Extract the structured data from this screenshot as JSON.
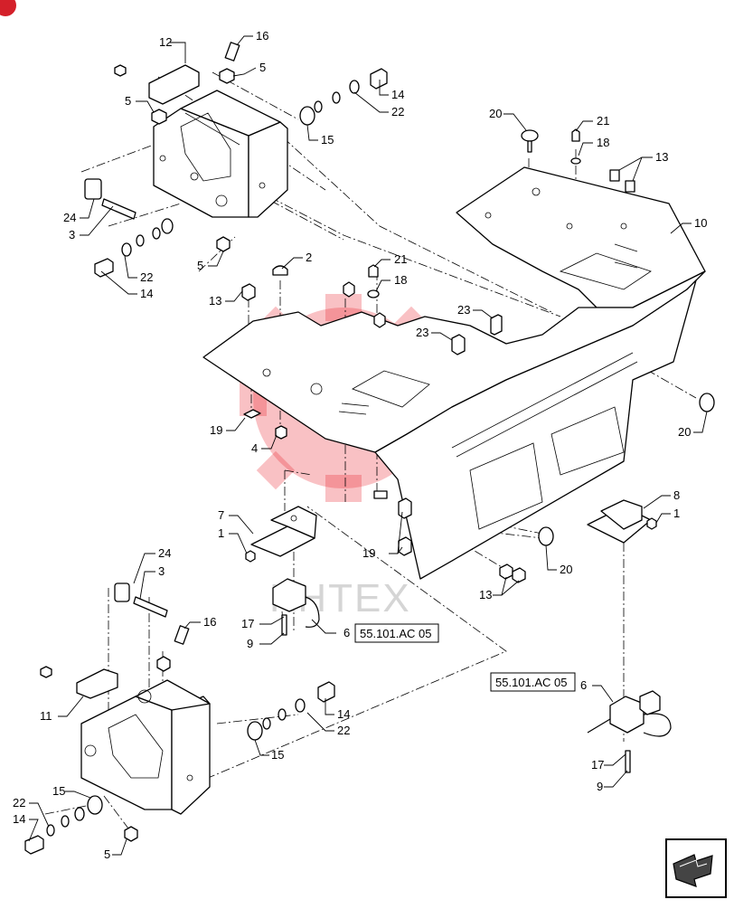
{
  "watermark": {
    "text": "KHTEX",
    "color": "#e8202a"
  },
  "refs": {
    "ref_a": "55.101.AC 05",
    "ref_b": "55.101.AC 05"
  },
  "callouts": [
    {
      "id": "c12",
      "label": "12"
    },
    {
      "id": "c16a",
      "label": "16"
    },
    {
      "id": "c5a",
      "label": "5"
    },
    {
      "id": "c5b",
      "label": "5"
    },
    {
      "id": "c14a",
      "label": "14"
    },
    {
      "id": "c22a",
      "label": "22"
    },
    {
      "id": "c15a",
      "label": "15"
    },
    {
      "id": "c24a",
      "label": "24"
    },
    {
      "id": "c3a",
      "label": "3"
    },
    {
      "id": "c5c",
      "label": "5"
    },
    {
      "id": "c22b",
      "label": "22"
    },
    {
      "id": "c14b",
      "label": "14"
    },
    {
      "id": "c20a",
      "label": "20"
    },
    {
      "id": "c21a",
      "label": "21"
    },
    {
      "id": "c18a",
      "label": "18"
    },
    {
      "id": "c13a",
      "label": "13"
    },
    {
      "id": "c10",
      "label": "10"
    },
    {
      "id": "c2",
      "label": "2"
    },
    {
      "id": "c21b",
      "label": "21"
    },
    {
      "id": "c18b",
      "label": "18"
    },
    {
      "id": "c13b",
      "label": "13"
    },
    {
      "id": "c23a",
      "label": "23"
    },
    {
      "id": "c23b",
      "label": "23"
    },
    {
      "id": "c19a",
      "label": "19"
    },
    {
      "id": "c4",
      "label": "4"
    },
    {
      "id": "c20b",
      "label": "20"
    },
    {
      "id": "c7",
      "label": "7"
    },
    {
      "id": "c1a",
      "label": "1"
    },
    {
      "id": "c8",
      "label": "8"
    },
    {
      "id": "c1b",
      "label": "1"
    },
    {
      "id": "c19b",
      "label": "19"
    },
    {
      "id": "c20c",
      "label": "20"
    },
    {
      "id": "c13c",
      "label": "13"
    },
    {
      "id": "c24b",
      "label": "24"
    },
    {
      "id": "c3b",
      "label": "3"
    },
    {
      "id": "c16b",
      "label": "16"
    },
    {
      "id": "c17a",
      "label": "17"
    },
    {
      "id": "c9a",
      "label": "9"
    },
    {
      "id": "c6a",
      "label": "6"
    },
    {
      "id": "c11",
      "label": "11"
    },
    {
      "id": "c14c",
      "label": "14"
    },
    {
      "id": "c22c",
      "label": "22"
    },
    {
      "id": "c15b",
      "label": "15"
    },
    {
      "id": "c15c",
      "label": "15"
    },
    {
      "id": "c22d",
      "label": "22"
    },
    {
      "id": "c14d",
      "label": "14"
    },
    {
      "id": "c5d",
      "label": "5"
    },
    {
      "id": "c6b",
      "label": "6"
    },
    {
      "id": "c17b",
      "label": "17"
    },
    {
      "id": "c9b",
      "label": "9"
    }
  ],
  "icons": {
    "corner_logo": "brand-logo-icon",
    "nav": "next-page-arrow-icon"
  }
}
